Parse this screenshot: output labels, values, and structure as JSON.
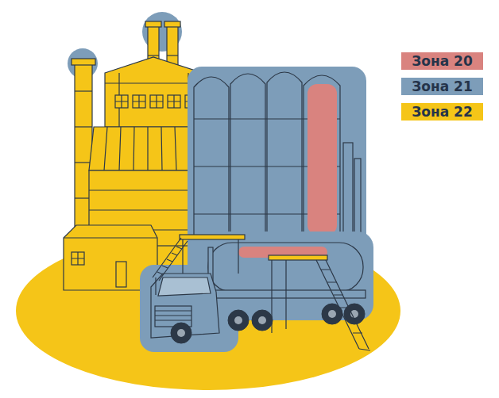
{
  "diagram": {
    "legend": [
      {
        "text": "Зона 20",
        "color": "#d9837f"
      },
      {
        "text": "Зона 21",
        "color": "#7d9db9"
      },
      {
        "text": "Зона 22",
        "color": "#f5c518"
      }
    ]
  }
}
